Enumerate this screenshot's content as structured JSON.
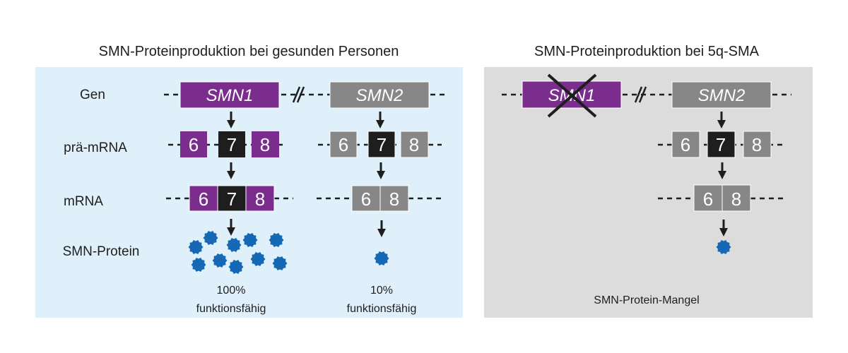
{
  "colors": {
    "healthy_bg": "#dff0fb",
    "sma_bg": "#dcdcdc",
    "smn1": "#7b2d8e",
    "smn2": "#878787",
    "exon7": "#1e1e1e",
    "protein": "#1468b4"
  },
  "healthy": {
    "title": "SMN-Proteinproduktion bei gesunden Personen",
    "row_labels": [
      "Gen",
      "prä-mRNA",
      "mRNA",
      "SMN-Protein"
    ],
    "smn1": {
      "gene": "SMN1",
      "pre_mrna": [
        "6",
        "7",
        "8"
      ],
      "mrna": [
        "6",
        "7",
        "8"
      ],
      "protein_count": 10,
      "percent": "100%",
      "caption": "funktionsfähig"
    },
    "smn2": {
      "gene": "SMN2",
      "pre_mrna": [
        "6",
        "7",
        "8"
      ],
      "mrna": [
        "6",
        "8"
      ],
      "protein_count": 1,
      "percent": "10%",
      "caption": "funktionsfähig"
    }
  },
  "sma": {
    "title": "SMN-Proteinproduktion bei 5q-SMA",
    "smn1": {
      "gene": "SMN1",
      "deleted": true
    },
    "smn2": {
      "gene": "SMN2",
      "pre_mrna": [
        "6",
        "7",
        "8"
      ],
      "mrna": [
        "6",
        "8"
      ],
      "protein_count": 1
    },
    "caption": "SMN-Protein-Mangel"
  }
}
